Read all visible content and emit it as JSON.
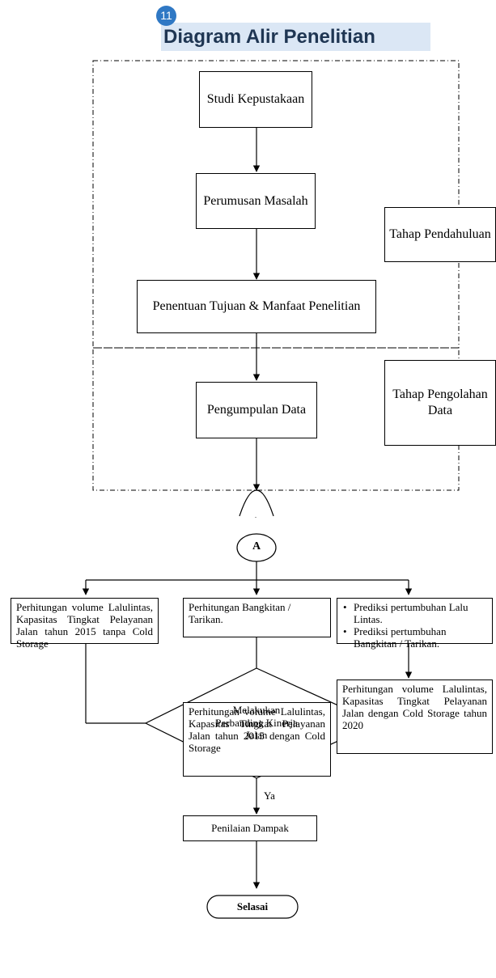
{
  "header": {
    "badge": "11",
    "title": "Diagram Alir Penelitian"
  },
  "flow": {
    "studi": "Studi Kepustakaan",
    "perumusan": "Perumusan Masalah",
    "penentuan": "Penentuan Tujuan & Manfaat Penelitian",
    "pengumpulan": "Pengumpulan Data",
    "connector": "A",
    "tahap_pendahuluan": "Tahap Pendahuluan",
    "tahap_pengolahan": "Tahap Pengolahan Data",
    "col1": "Perhitungan volume Lalulintas, Kapasitas Tingkat Pelayanan Jalan tahun 2015 tanpa Cold Storage",
    "col2": "Perhitungan Bangkitan / Tarikan.",
    "col3_items": [
      "Prediksi pertumbuhan Lalu Lintas.",
      "Prediksi pertumbuhan Bangkitan / Tarikan."
    ],
    "col2b": "Perhitungan volume Lalulintas, Kapasitas Tingkat Pelayanan Jalan tahun 2015 dengan Cold Storage",
    "col3b": "Perhitungan volume Lalulintas, Kapasitas Tingkat Pelayanan Jalan dengan Cold Storage tahun 2020",
    "decision": "Melakukan Perbanding Kinerja Jalan",
    "ya": "Ya",
    "penilaian": "Penilaian Dampak",
    "selesai": "Selasai"
  }
}
